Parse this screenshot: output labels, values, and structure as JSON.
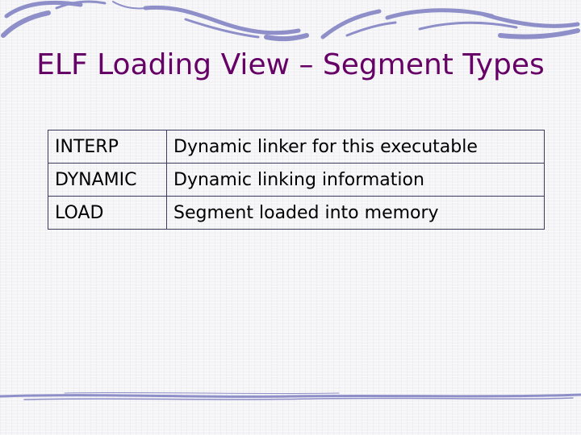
{
  "slide": {
    "title": "ELF Loading View – Segment Types"
  },
  "table": {
    "rows": [
      {
        "type": "INTERP",
        "description": "Dynamic linker for this executable"
      },
      {
        "type": "DYNAMIC",
        "description": "Dynamic linking information"
      },
      {
        "type": "LOAD",
        "description": "Segment loaded into memory"
      }
    ]
  },
  "colors": {
    "title": "#660066",
    "decoration": "#8e8ec9",
    "table_border": "#3a3a5a"
  }
}
